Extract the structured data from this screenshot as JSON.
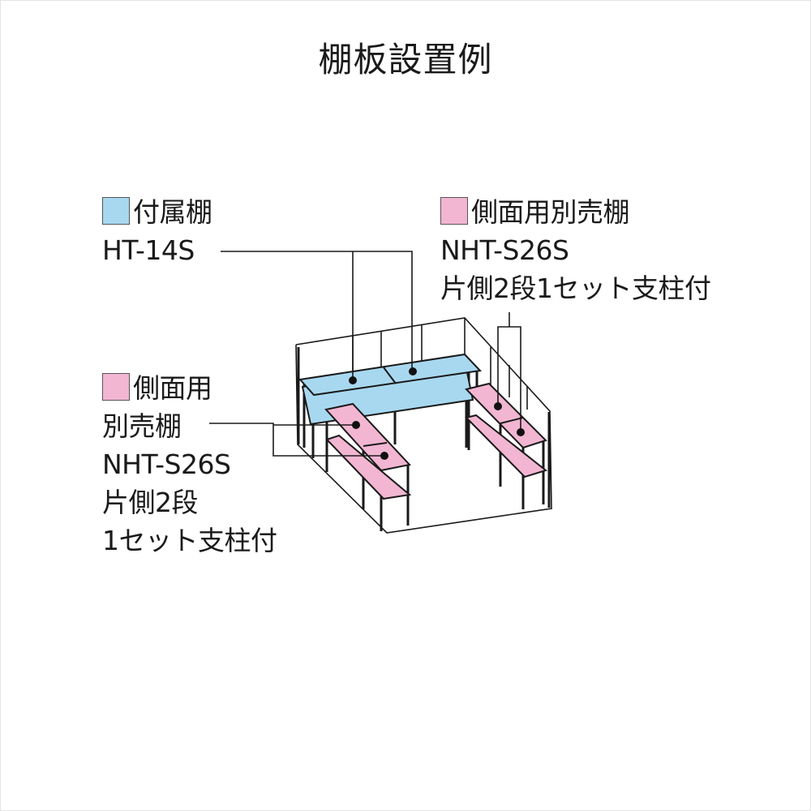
{
  "title": "棚板設置例",
  "colors": {
    "standard_shelf": "#a8d8f0",
    "side_shelf": "#f2b6d2",
    "line": "#1a1a1a"
  },
  "legend_standard": {
    "name": "付属棚",
    "model": "HT-14S"
  },
  "legend_side_right": {
    "name": "側面用別売棚",
    "model": "NHT-S26S",
    "note": "片側2段1セット支柱付"
  },
  "legend_side_left": {
    "line1": "側面用",
    "line2": "別売棚",
    "model": "NHT-S26S",
    "note1": "片側2段",
    "note2": "1セット支柱付"
  }
}
